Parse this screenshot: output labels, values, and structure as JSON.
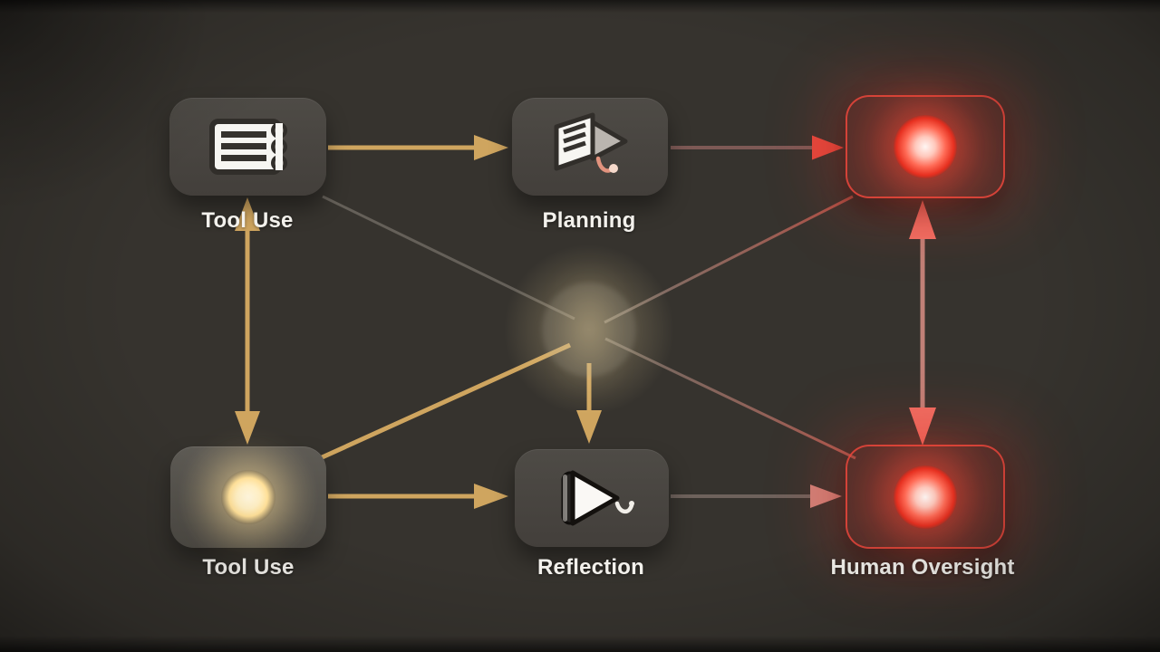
{
  "diagram": {
    "nodes": [
      {
        "id": "tool-use-top",
        "label": "Tool Use",
        "icon": "note-card-icon",
        "variant": "dark"
      },
      {
        "id": "planning",
        "label": "Planning",
        "icon": "document-send-icon",
        "variant": "dark"
      },
      {
        "id": "alert-top-right",
        "label": "",
        "icon": "red-glow-orb-icon",
        "variant": "red"
      },
      {
        "id": "core-glow",
        "label": "",
        "icon": "warm-glow-orb-icon",
        "variant": "orb"
      },
      {
        "id": "tool-use-bottom",
        "label": "Tool Use",
        "icon": "warm-glow-orb-icon",
        "variant": "light"
      },
      {
        "id": "reflection",
        "label": "Reflection",
        "icon": "play-hook-icon",
        "variant": "dark"
      },
      {
        "id": "human-oversight",
        "label": "Human Oversight",
        "icon": "red-glow-orb-icon",
        "variant": "red"
      }
    ],
    "edges": [
      {
        "from": "tool-use-top",
        "to": "planning",
        "style": "gold-arrow"
      },
      {
        "from": "planning",
        "to": "alert-top-right",
        "style": "red-arrow"
      },
      {
        "from": "tool-use-top",
        "to": "tool-use-bottom",
        "style": "gold-double-arrow"
      },
      {
        "from": "alert-top-right",
        "to": "human-oversight",
        "style": "pink-double-arrow"
      },
      {
        "from": "tool-use-top",
        "to": "core-glow",
        "style": "gray-line"
      },
      {
        "from": "core-glow",
        "to": "alert-top-right",
        "style": "gray-red-line"
      },
      {
        "from": "core-glow",
        "to": "tool-use-bottom",
        "style": "gold-line"
      },
      {
        "from": "core-glow",
        "to": "reflection",
        "style": "gold-arrow"
      },
      {
        "from": "tool-use-bottom",
        "to": "reflection",
        "style": "gold-arrow"
      },
      {
        "from": "reflection",
        "to": "human-oversight",
        "style": "pink-arrow"
      },
      {
        "from": "core-glow",
        "to": "human-oversight",
        "style": "gray-red-line"
      }
    ],
    "colors": {
      "background": "#36332e",
      "gold": "#cfa55f",
      "red_accent": "#e2483d",
      "pink": "#ee7066",
      "gray_line": "#8b847b",
      "box_dark": "#4a4743",
      "label_text": "#f3f1ec"
    }
  }
}
